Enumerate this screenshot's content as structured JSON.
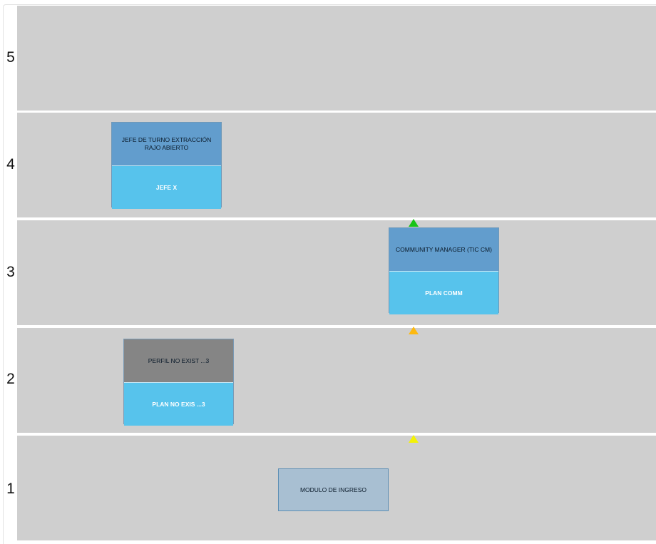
{
  "rows": [
    "5",
    "4",
    "3",
    "2",
    "1"
  ],
  "cards": [
    {
      "title": "JEFE DE TURNO EXTRACCIÓN RAJO ABIERTO",
      "subtitle": "JEFE X",
      "title_bg": "#629dcd"
    },
    {
      "title": "COMMUNITY MANAGER (TIC CM)",
      "subtitle": "PLAN COMM",
      "title_bg": "#629dcd"
    },
    {
      "title": "PERFIL NO EXIST ...3",
      "subtitle": "PLAN NO EXIS ...3",
      "title_bg": "#858585"
    },
    {
      "title": "MODULO DE INGRESO",
      "title_bg": "#a8bfd2"
    }
  ],
  "markers": [
    {
      "name": "green-marker",
      "color": "#18c417"
    },
    {
      "name": "orange-marker",
      "color": "#fdb90f"
    },
    {
      "name": "yellow-marker",
      "color": "#f3f206"
    }
  ],
  "colors": {
    "band": "#cfcfcf",
    "subtitle_bg": "#57c3ec"
  }
}
